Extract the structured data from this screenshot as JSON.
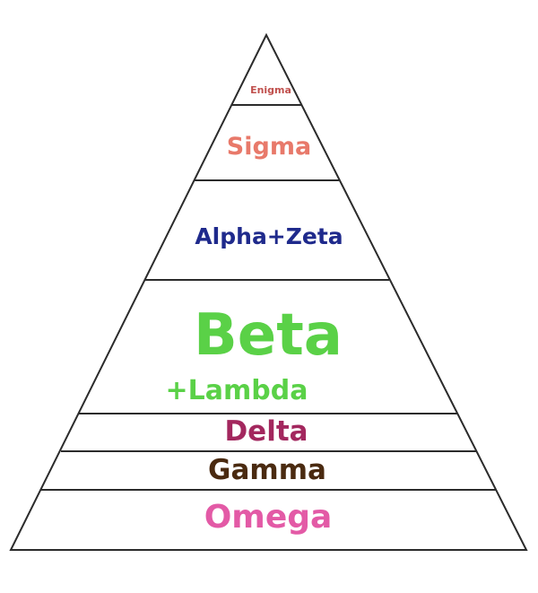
{
  "levels": [
    {
      "text": "Enigma",
      "color": "#c0504d"
    },
    {
      "text": "Sigma",
      "color": "#e8796a"
    },
    {
      "text": "Alpha+Zeta",
      "color": "#1f2a8c"
    },
    {
      "text": "Beta",
      "color": "#5ad147"
    },
    {
      "text": "+Lambda",
      "color": "#5ad147"
    },
    {
      "text": "Delta",
      "color": "#a3275e"
    },
    {
      "text": "Gamma",
      "color": "#4a2a10"
    },
    {
      "text": "Omega",
      "color": "#e35aa6"
    }
  ]
}
